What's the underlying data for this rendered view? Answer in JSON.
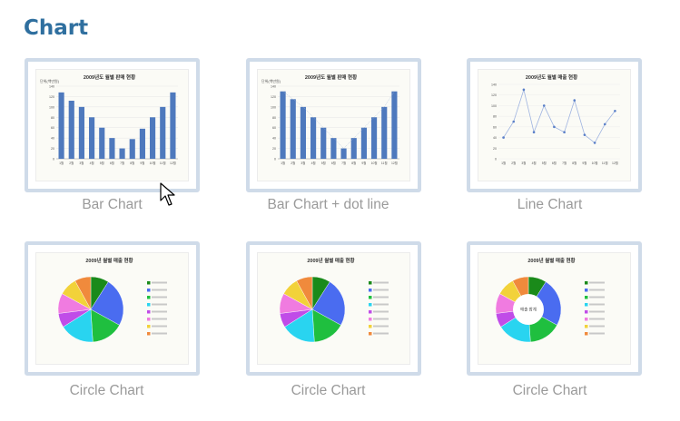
{
  "section": {
    "title": "Chart"
  },
  "cards": [
    {
      "caption": "Bar Chart",
      "mini_title": "2009년도 월별 판매 현황",
      "mini_ylabel": "단위(백만원)",
      "icon": "bar-chart-thumbnail"
    },
    {
      "caption": "Bar Chart + dot line",
      "mini_title": "2009년도 월별 판매 현황",
      "mini_ylabel": "단위(백만원)",
      "icon": "bar-dotline-chart-thumbnail"
    },
    {
      "caption": "Line Chart",
      "mini_title": "2009년도 월별 매출 현황",
      "icon": "line-chart-thumbnail"
    },
    {
      "caption": "Circle Chart",
      "mini_title": "2009년 월별 매출 현황",
      "icon": "pie-chart-thumbnail"
    },
    {
      "caption": "Circle Chart",
      "mini_title": "2009년 월별 매출 현황",
      "icon": "pie-chart-thumbnail"
    },
    {
      "caption": "Circle Chart",
      "mini_title": "2009년 월별 매출 현황",
      "donut_center": "매출 합계",
      "icon": "donut-chart-thumbnail"
    }
  ],
  "colors": {
    "title": "#2f6f9f",
    "card_border": "#cfdbe9",
    "caption": "#9a9a9a",
    "bar": "#4e79bd",
    "pie": [
      "#1a8a1a",
      "#4a6cf0",
      "#1fbf3f",
      "#29d4f0",
      "#c04ce8",
      "#f07be0",
      "#f2d23a",
      "#f08a3c"
    ]
  },
  "chart_data": [
    {
      "type": "bar",
      "title": "2009년도 월별 판매 현황",
      "ylabel": "단위(백만원)",
      "categories": [
        "1월",
        "2월",
        "3월",
        "4월",
        "5월",
        "6월",
        "7월",
        "8월",
        "9월",
        "10월",
        "11월",
        "12월"
      ],
      "values": [
        128,
        112,
        100,
        80,
        60,
        40,
        20,
        38,
        58,
        80,
        100,
        128
      ],
      "ylim": [
        0,
        140
      ]
    },
    {
      "type": "bar",
      "title": "2009년도 월별 판매 현황",
      "ylabel": "단위(백만원)",
      "categories": [
        "1월",
        "2월",
        "3월",
        "4월",
        "5월",
        "6월",
        "7월",
        "8월",
        "9월",
        "10월",
        "11월",
        "12월"
      ],
      "values": [
        130,
        115,
        100,
        80,
        60,
        40,
        20,
        40,
        60,
        80,
        100,
        130
      ],
      "ylim": [
        0,
        140
      ]
    },
    {
      "type": "line",
      "title": "2009년도 월별 매출 현황",
      "categories": [
        "1월",
        "2월",
        "3월",
        "4월",
        "5월",
        "6월",
        "7월",
        "8월",
        "9월",
        "10월",
        "11월",
        "12월"
      ],
      "values": [
        40,
        70,
        130,
        50,
        100,
        60,
        50,
        110,
        45,
        30,
        65,
        90
      ],
      "ylim": [
        0,
        140
      ]
    },
    {
      "type": "pie",
      "title": "2009년 월별 매출 현황",
      "values": [
        9,
        24,
        16,
        17,
        7,
        10,
        9,
        8
      ]
    },
    {
      "type": "pie",
      "title": "2009년 월별 매출 현황",
      "values": [
        9,
        24,
        16,
        17,
        7,
        10,
        9,
        8
      ]
    },
    {
      "type": "pie",
      "title": "2009년 월별 매출 현황",
      "values": [
        9,
        24,
        16,
        17,
        7,
        10,
        9,
        8
      ]
    }
  ]
}
